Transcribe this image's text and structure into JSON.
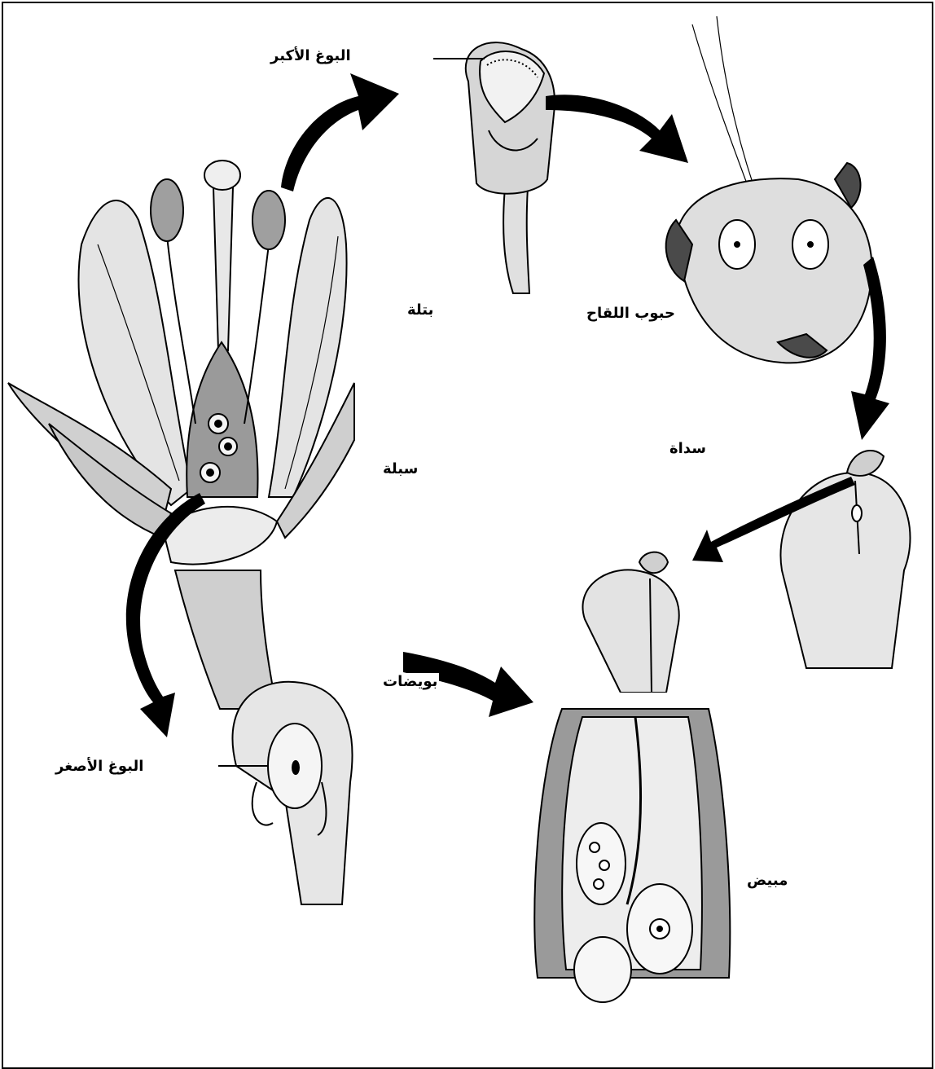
{
  "labels": {
    "megaspore": "البوغ الأكبر",
    "petal": "بتلة",
    "pollen_grains": "حبوب اللقاح",
    "stigma": "سداة",
    "sepal": "سبلة",
    "ovules": "بويضات",
    "microspore": "البوغ الأصغر",
    "ovary": "مبيض"
  },
  "colors": {
    "ink": "#000000",
    "shade": "#8a8a8a",
    "light": "#d9d9d9",
    "paper": "#ffffff"
  }
}
